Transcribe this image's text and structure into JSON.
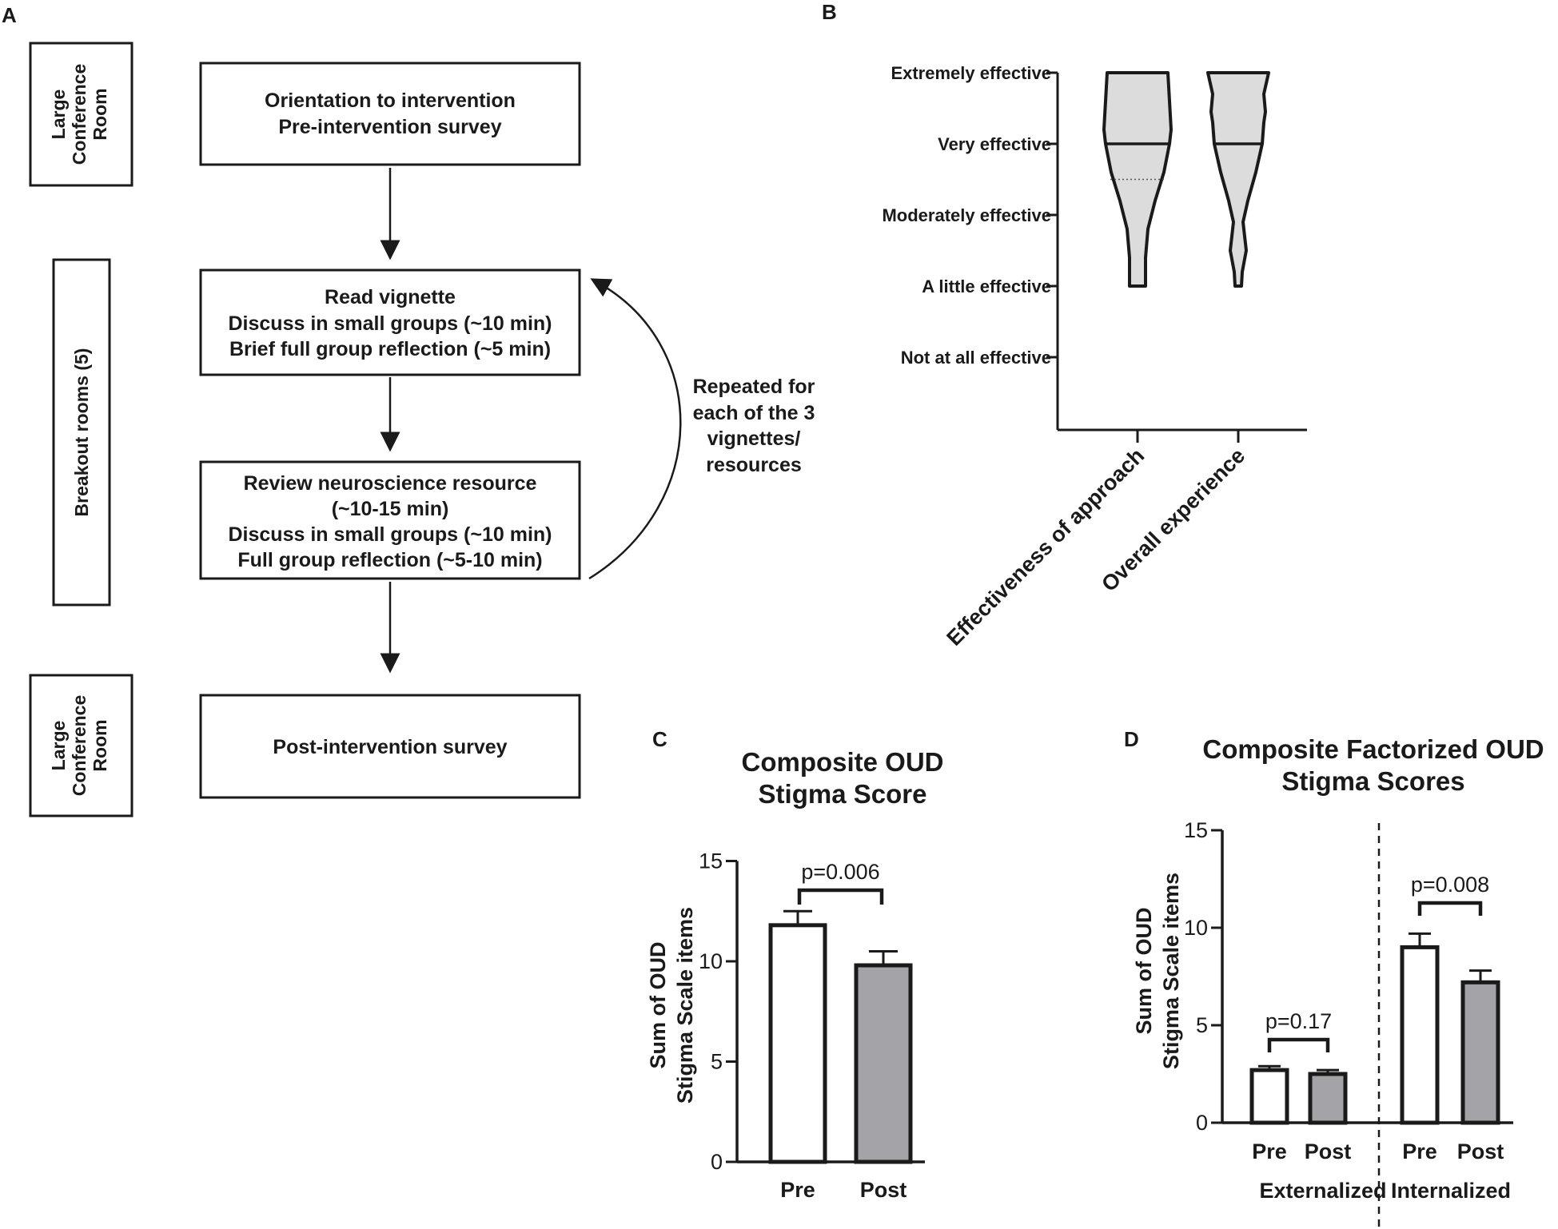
{
  "panels": {
    "A": {
      "letter": "A",
      "side_labels": [
        [
          "Large",
          "Conference",
          "Room"
        ],
        [
          "Breakout rooms (5)"
        ],
        [
          "Large",
          "Conference",
          "Room"
        ]
      ],
      "boxes": [
        [
          "Orientation to intervention",
          "Pre-intervention survey"
        ],
        [
          "Read vignette",
          "Discuss in small groups (~10 min)",
          "Brief full group reflection (~5 min)"
        ],
        [
          "Review neuroscience resource",
          "(~10-15 min)",
          "Discuss in small groups (~10 min)",
          "Full group reflection (~5-10 min)"
        ],
        [
          "Post-intervention survey"
        ]
      ],
      "loop_note": [
        "Repeated for",
        "each of the 3",
        "vignettes/",
        "resources"
      ]
    },
    "B": {
      "letter": "B"
    },
    "C": {
      "letter": "C"
    },
    "D": {
      "letter": "D"
    }
  },
  "chart_data": [
    {
      "panel": "B",
      "type": "violin",
      "y_categories": [
        "Not at all effective",
        "A little effective",
        "Moderately effective",
        "Very effective",
        "Extremely effective"
      ],
      "y_values": [
        1,
        2,
        3,
        4,
        5
      ],
      "ylim": [
        0,
        5
      ],
      "categories": [
        "Effectiveness of approach",
        "Overall experience"
      ],
      "series": [
        {
          "category": "Effectiveness of approach",
          "min": 2,
          "max": 5,
          "median": 4,
          "quartile_lower": 3.5
        },
        {
          "category": "Overall experience",
          "min": 2,
          "max": 5,
          "median": 4
        }
      ],
      "colors": {
        "fill": "#dcdcdc",
        "stroke": "#1a1a1a"
      }
    },
    {
      "panel": "C",
      "type": "bar",
      "title": [
        "Composite OUD",
        "Stigma Score"
      ],
      "ylabel": [
        "Sum of OUD",
        "Stigma Scale items"
      ],
      "ylim": [
        0,
        15
      ],
      "yticks": [
        0,
        5,
        10,
        15
      ],
      "categories": [
        "Pre",
        "Post"
      ],
      "values": [
        11.8,
        9.8
      ],
      "errors": [
        0.7,
        0.7
      ],
      "colors": [
        "#ffffff",
        "#a3a3a8"
      ],
      "annotations": [
        {
          "text": "p=0.006",
          "between": [
            "Pre",
            "Post"
          ]
        }
      ]
    },
    {
      "panel": "D",
      "type": "bar",
      "title": [
        "Composite Factorized OUD",
        "Stigma Scores"
      ],
      "ylabel": [
        "Sum of OUD",
        "Stigma Scale items"
      ],
      "ylim": [
        0,
        15
      ],
      "yticks": [
        0,
        5,
        10,
        15
      ],
      "groups": [
        {
          "name": "Externalized",
          "categories": [
            "Pre",
            "Post"
          ],
          "values": [
            2.7,
            2.5
          ],
          "errors": [
            0.2,
            0.2
          ],
          "p_text": "p=0.17"
        },
        {
          "name": "Internalized",
          "categories": [
            "Pre",
            "Post"
          ],
          "values": [
            9.0,
            7.2
          ],
          "errors": [
            0.7,
            0.6
          ],
          "p_text": "p=0.008"
        }
      ],
      "colors": [
        "#ffffff",
        "#a3a3a8"
      ]
    }
  ]
}
